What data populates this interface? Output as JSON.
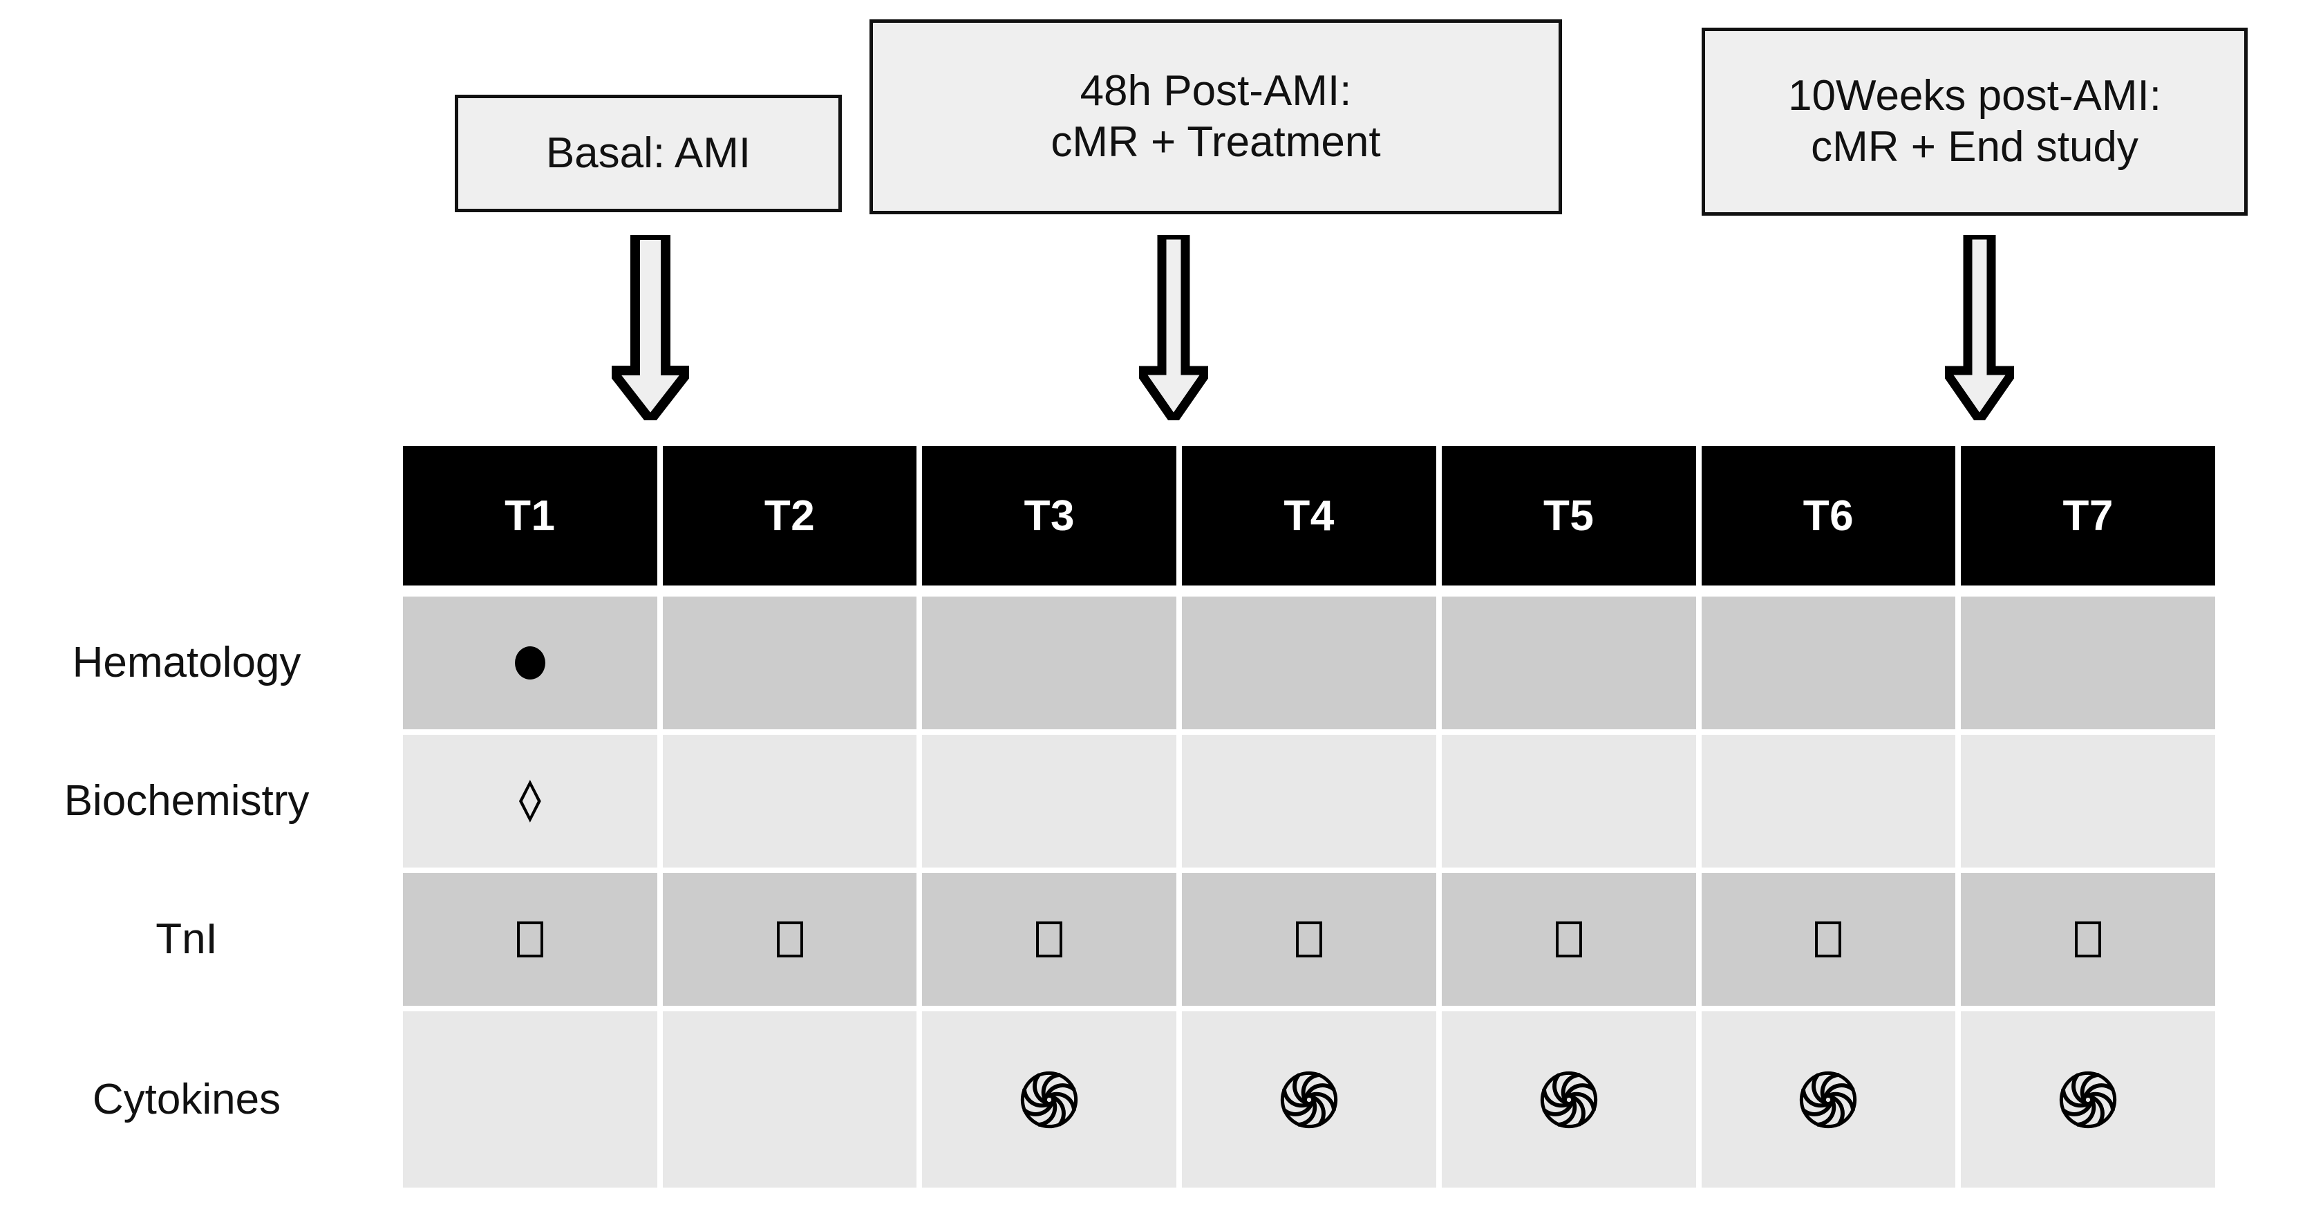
{
  "timeline": {
    "phases": [
      {
        "id": "basal",
        "lines": [
          "Basal: AMI"
        ]
      },
      {
        "id": "48h",
        "lines": [
          "48h Post-AMI:",
          "cMR + Treatment"
        ]
      },
      {
        "id": "10weeks",
        "lines": [
          "10Weeks post-AMI:",
          "cMR + End study"
        ]
      }
    ],
    "arrows": [
      {
        "id": "arrow-to-t1",
        "icon": "down-block-arrow-icon"
      },
      {
        "id": "arrow-to-t3",
        "icon": "down-block-arrow-icon"
      },
      {
        "id": "arrow-to-t6",
        "icon": "down-block-arrow-icon"
      }
    ]
  },
  "schedule": {
    "timepoints": [
      "T1",
      "T2",
      "T3",
      "T4",
      "T5",
      "T6",
      "T7"
    ],
    "rows": [
      {
        "label": "Hematology",
        "marker": "filled-circle-marker",
        "cells": [
          true,
          false,
          false,
          false,
          false,
          false,
          false
        ]
      },
      {
        "label": "Biochemistry",
        "marker": "hollow-diamond-marker",
        "cells": [
          true,
          false,
          false,
          false,
          false,
          false,
          false
        ]
      },
      {
        "label": "TnI",
        "marker": "hollow-square-marker",
        "cells": [
          true,
          true,
          true,
          true,
          true,
          true,
          true
        ]
      },
      {
        "label": "Cytokines",
        "marker": "pinwheel-marker",
        "cells": [
          false,
          false,
          true,
          true,
          true,
          true,
          true
        ]
      }
    ]
  },
  "colors": {
    "header_bg": "#000000",
    "header_text": "#ffffff",
    "row_dark_bg": "#cccccc",
    "row_light_bg": "#e8e8e8",
    "box_bg": "#efefef",
    "box_border": "#111111",
    "page_bg": "#ffffff",
    "marker": "#000000"
  }
}
